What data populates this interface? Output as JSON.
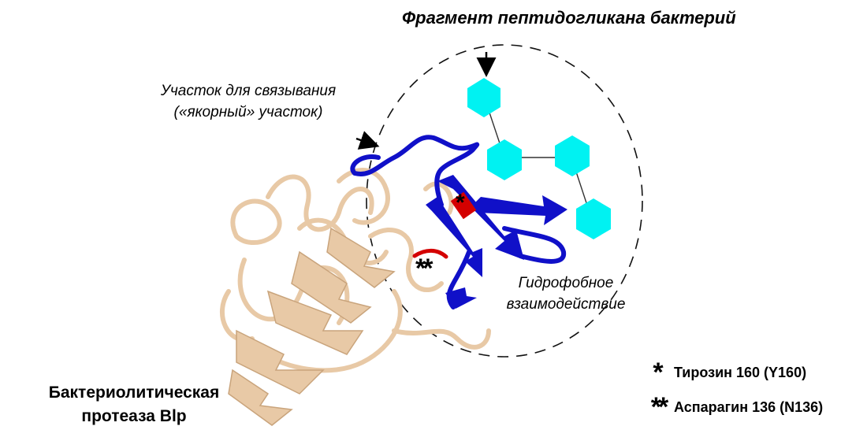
{
  "texts": {
    "title": "Фрагмент пептидогликана бактерий",
    "anchor_line1": "Участок для связывания",
    "anchor_line2": "(«якорный» участок)",
    "hydrophobic_line1": "Гидрофобное",
    "hydrophobic_line2": "взаимодействие",
    "protein_line1": "Бактериолитическая",
    "protein_line2": "протеаза Blp",
    "marker_single": "*",
    "marker_double": "**"
  },
  "legend": [
    {
      "symbol": "*",
      "label": "Тирозин 160 (Y160)"
    },
    {
      "symbol": "**",
      "label": "Аспарагин 136 (N136)"
    }
  ],
  "colors": {
    "protein_tan": "#e8c9a6",
    "protein_tan_dark": "#c9a47c",
    "binding_blue": "#1010c8",
    "residue_red": "#d40000",
    "peptidoglycan_cyan": "#00f2f2"
  }
}
